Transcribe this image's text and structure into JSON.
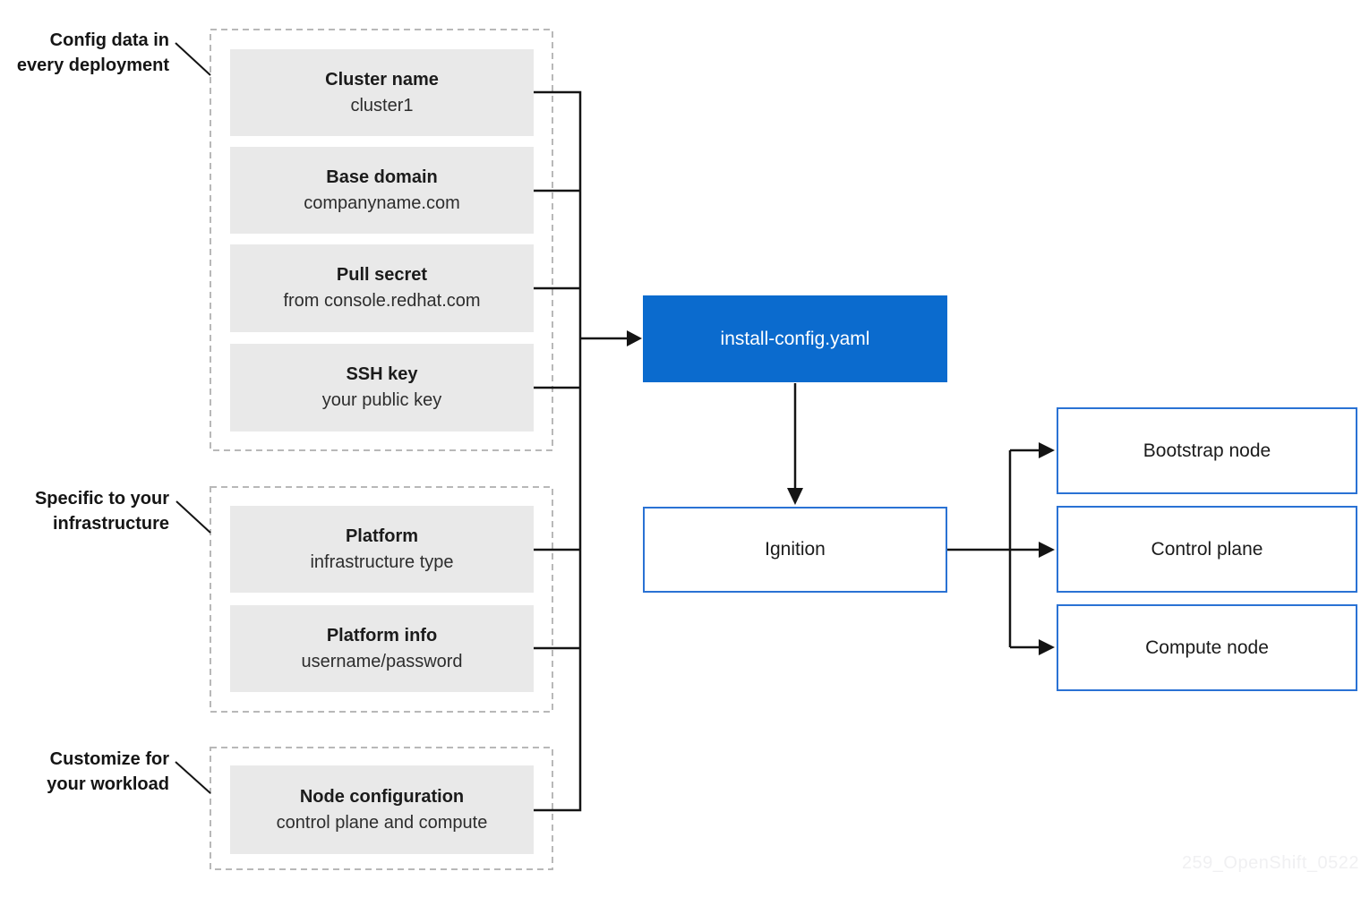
{
  "colors": {
    "accent_blue_fill": "#0b6bce",
    "outline_blue": "#2a72d4",
    "box_gray": "#e9e9e9",
    "dashed_border_gray": "#b8b8b8",
    "connector_black": "#141414",
    "watermark_gray": "#f0f0f2"
  },
  "annotations": [
    {
      "line1": "Config data in",
      "line2": "every deployment"
    },
    {
      "line1": "Specific to your",
      "line2": "infrastructure"
    },
    {
      "line1": "Customize for",
      "line2": "your workload"
    }
  ],
  "groups": {
    "deployment": [
      {
        "title": "Cluster name",
        "subtitle": "cluster1"
      },
      {
        "title": "Base domain",
        "subtitle": "companyname.com"
      },
      {
        "title": "Pull secret",
        "subtitle": "from console.redhat.com"
      },
      {
        "title": "SSH key",
        "subtitle": "your public key"
      }
    ],
    "infrastructure": [
      {
        "title": "Platform",
        "subtitle": "infrastructure type"
      },
      {
        "title": "Platform info",
        "subtitle": "username/password"
      }
    ],
    "workload": [
      {
        "title": "Node configuration",
        "subtitle": "control plane and compute"
      }
    ]
  },
  "flow": {
    "install_config": "install-config.yaml",
    "ignition": "Ignition"
  },
  "nodes": [
    {
      "label": "Bootstrap node"
    },
    {
      "label": "Control plane"
    },
    {
      "label": "Compute node"
    }
  ],
  "watermark": "259_OpenShift_0522"
}
